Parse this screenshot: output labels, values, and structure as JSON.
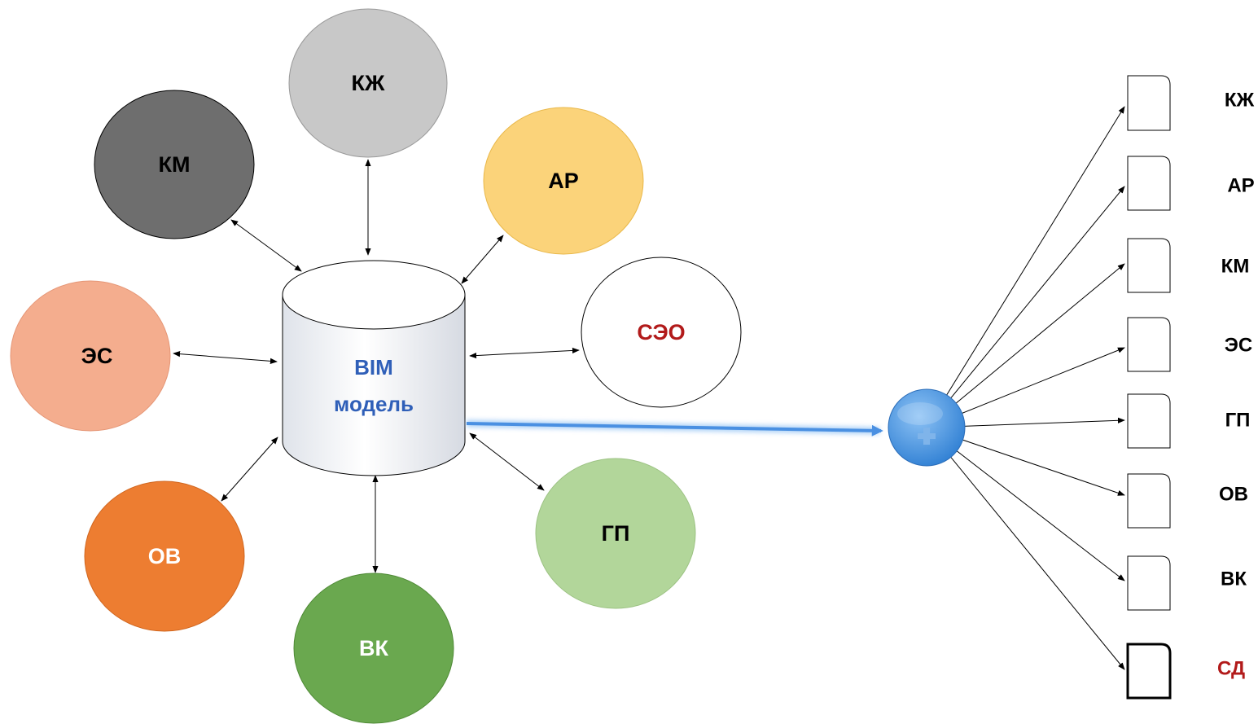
{
  "center": {
    "line1": "BIM",
    "line2": "модель"
  },
  "nodes": [
    {
      "id": "kzh",
      "label": "КЖ",
      "fill": "#c8c8c8",
      "text_color": "#000000"
    },
    {
      "id": "km",
      "label": "КМ",
      "fill": "#6e6e6e",
      "text_color": "#000000"
    },
    {
      "id": "ar",
      "label": "АР",
      "fill": "#fbd37a",
      "text_color": "#000000"
    },
    {
      "id": "es",
      "label": "ЭС",
      "fill": "#f4ad8e",
      "text_color": "#000000"
    },
    {
      "id": "seo",
      "label": "СЭО",
      "fill": "#ffffff",
      "text_color": "#b21a1a"
    },
    {
      "id": "ov",
      "label": "ОВ",
      "fill": "#ed7d31",
      "text_color": "#ffffff"
    },
    {
      "id": "vk",
      "label": "ВК",
      "fill": "#6aa84f",
      "text_color": "#ffffff"
    },
    {
      "id": "gp",
      "label": "ГП",
      "fill": "#b2d69a",
      "text_color": "#000000"
    }
  ],
  "merge_icon": "plus-icon",
  "documents": [
    {
      "label": "КЖ",
      "text_color": "#000000"
    },
    {
      "label": "АР",
      "text_color": "#000000"
    },
    {
      "label": "КМ",
      "text_color": "#000000"
    },
    {
      "label": "ЭС",
      "text_color": "#000000"
    },
    {
      "label": "ГП",
      "text_color": "#000000"
    },
    {
      "label": "ОВ",
      "text_color": "#000000"
    },
    {
      "label": "ВК",
      "text_color": "#000000"
    },
    {
      "label": "СД",
      "text_color": "#b21a1a"
    }
  ]
}
